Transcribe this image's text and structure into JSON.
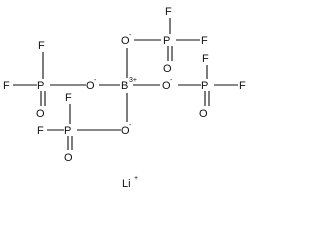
{
  "molecule": {
    "center_atom": "B",
    "center_charge": "3+",
    "oxygen_label": "O",
    "oxygen_charge": "-",
    "phosphorus_label": "P",
    "fluorine_label": "F",
    "oxo_label": "O",
    "counter_ion": "Li",
    "counter_ion_charge": "+"
  }
}
